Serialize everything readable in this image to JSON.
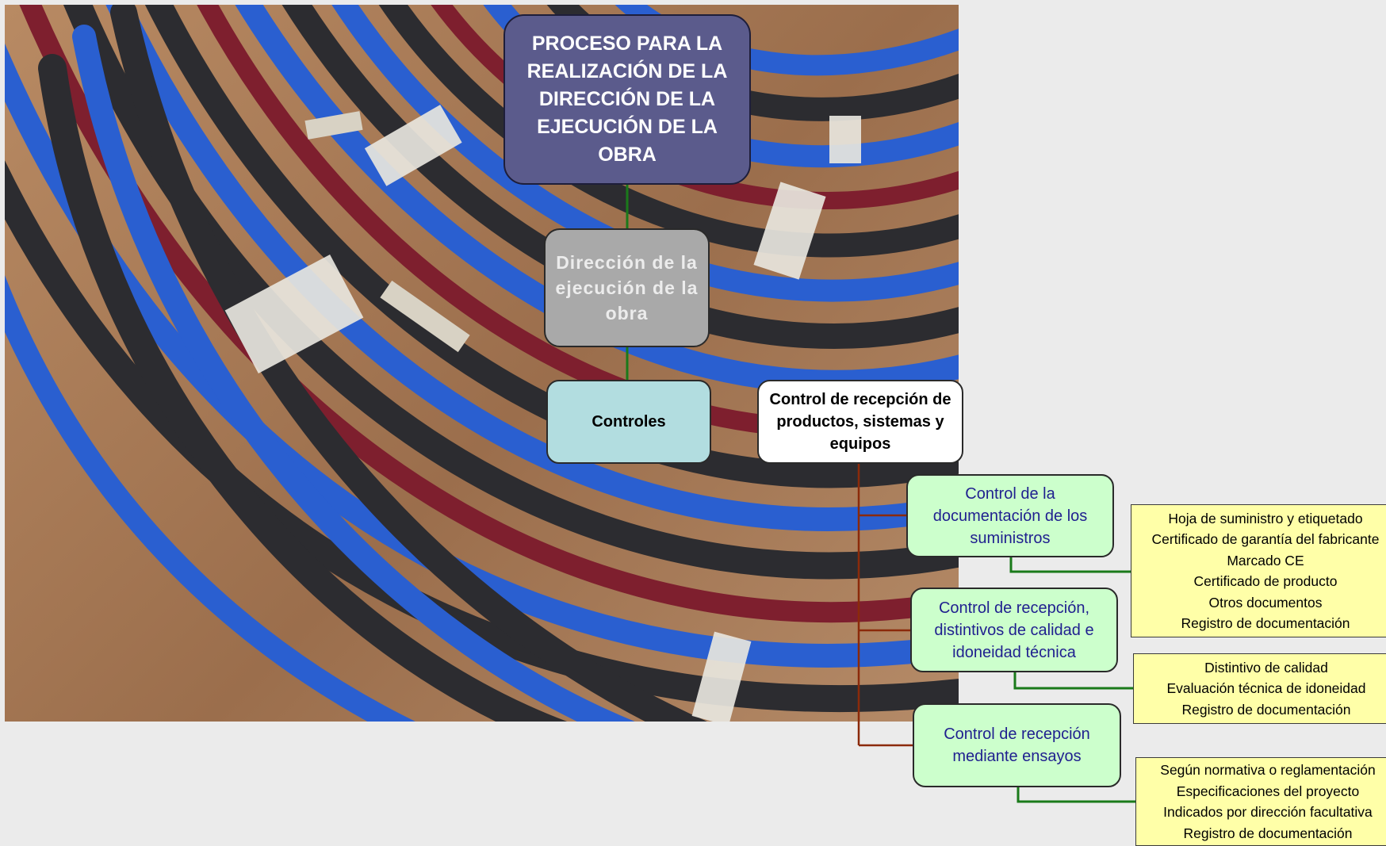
{
  "diagram": {
    "title": "PROCESO PARA LA REALIZACIÓN DE LA DIRECCIÓN DE LA EJECUCIÓN DE LA OBRA",
    "direccion": "Dirección de la ejecución de la obra",
    "controles": "Controles",
    "recepcion": "Control de recepción de productos, sistemas y equipos",
    "sub_controls": [
      {
        "label": "Control de la documentación de los suministros",
        "items": [
          "Hoja de suministro y etiquetado",
          "Certificado de garantía del fabricante",
          "Marcado CE",
          "Certificado de producto",
          "Otros documentos",
          "Registro de documentación"
        ]
      },
      {
        "label": "Control de recepción, distintivos de calidad e idoneidad técnica",
        "items": [
          "Distintivo de calidad",
          "Evaluación técnica de idoneidad",
          "Registro de documentación"
        ]
      },
      {
        "label": "Control de recepción mediante ensayos",
        "items": [
          "Según normativa o reglamentación",
          "Especificaciones del proyecto",
          "Indicados por dirección facultativa",
          "Registro de documentación"
        ]
      }
    ]
  },
  "colors": {
    "title_fill": "#5b5b8c",
    "direccion_fill": "#a9a9a9",
    "controles_fill": "#b2dde0",
    "recepcion_fill": "#ffffff",
    "sub_control_fill": "#ccffcc",
    "items_fill": "#ffffa8",
    "connector_green": "#1a7a1a",
    "connector_brown": "#8b2a0a",
    "cable_blue": "#2a5fd0",
    "cable_black": "#2c2c30",
    "cable_red": "#7e1f2e"
  }
}
